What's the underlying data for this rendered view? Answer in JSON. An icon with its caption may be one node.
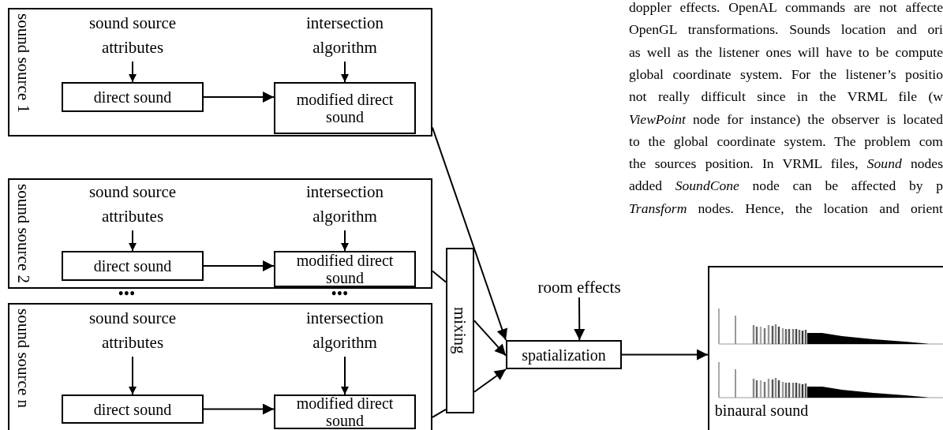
{
  "diagram": {
    "nodes": [
      {
        "text": [
          "sound source 1"
        ]
      },
      {
        "text": [
          "sound source attributes"
        ],
        "in": 0
      },
      {
        "text": [
          "intersection algorithm"
        ],
        "in": 0
      },
      {
        "text": [
          "direct sound"
        ],
        "in": 0
      },
      {
        "text": [
          "modified direct sound"
        ],
        "in": 0
      },
      {
        "text": [
          "sound source 2"
        ]
      },
      {
        "text": [
          "sound source attributes"
        ],
        "in": 5
      },
      {
        "text": [
          "intersection algorithm"
        ],
        "in": 5
      },
      {
        "text": [
          "direct sound"
        ],
        "in": 5
      },
      {
        "text": [
          "modified direct sound"
        ],
        "in": 5
      },
      {
        "text": [
          "sound source n"
        ]
      },
      {
        "text": [
          "sound source attributes"
        ],
        "in": 10
      },
      {
        "text": [
          "intersection algorithm"
        ],
        "in": 10
      },
      {
        "text": [
          "direct sound"
        ],
        "in": 10
      },
      {
        "text": [
          "modified direct sound"
        ],
        "in": 10
      },
      {
        "text": [
          "mixing"
        ]
      },
      {
        "text": [
          "room effects"
        ]
      },
      {
        "text": [
          "spatialization"
        ]
      },
      {
        "text": [
          "binaural sound"
        ]
      }
    ],
    "edges": [
      {
        "from": 1,
        "to": 3,
        "arrow": "to"
      },
      {
        "from": 2,
        "to": 4,
        "arrow": "to"
      },
      {
        "from": 3,
        "to": 4,
        "arrow": "to"
      },
      {
        "from": 6,
        "to": 8,
        "arrow": "to"
      },
      {
        "from": 7,
        "to": 9,
        "arrow": "to"
      },
      {
        "from": 8,
        "to": 9,
        "arrow": "to"
      },
      {
        "from": 11,
        "to": 13,
        "arrow": "to"
      },
      {
        "from": 12,
        "to": 14,
        "arrow": "to"
      },
      {
        "from": 13,
        "to": 14,
        "arrow": "to"
      },
      {
        "from": 0,
        "to": 17,
        "arrow": "to"
      },
      {
        "from": 5,
        "to": 15,
        "arrow": "none"
      },
      {
        "from": 10,
        "to": 15,
        "arrow": "none"
      },
      {
        "from": 15,
        "to": 17,
        "arrow": "to"
      },
      {
        "from": 15,
        "to": 17,
        "arrow": "to"
      },
      {
        "from": 16,
        "to": 17,
        "arrow": "to"
      },
      {
        "from": 17,
        "to": 18,
        "arrow": "to"
      }
    ],
    "labels": [
      "•••",
      "•••",
      "doppler effects. OpenAL commands are not affecte",
      "OpenGL transformations. Sounds location and ori",
      "as well as the listener ones will have to be compute",
      "global coordinate system. For the listener’s positio",
      "not really difficult since in the VRML file (w",
      "*ViewPoint* node for instance) the observer is located",
      "to the global coordinate system. The problem com",
      "the sources position. In VRML files, *Sound* nodes",
      "added *SoundCone* node can be affected by p",
      "*Transform* nodes. Hence, the location and orient"
    ]
  }
}
